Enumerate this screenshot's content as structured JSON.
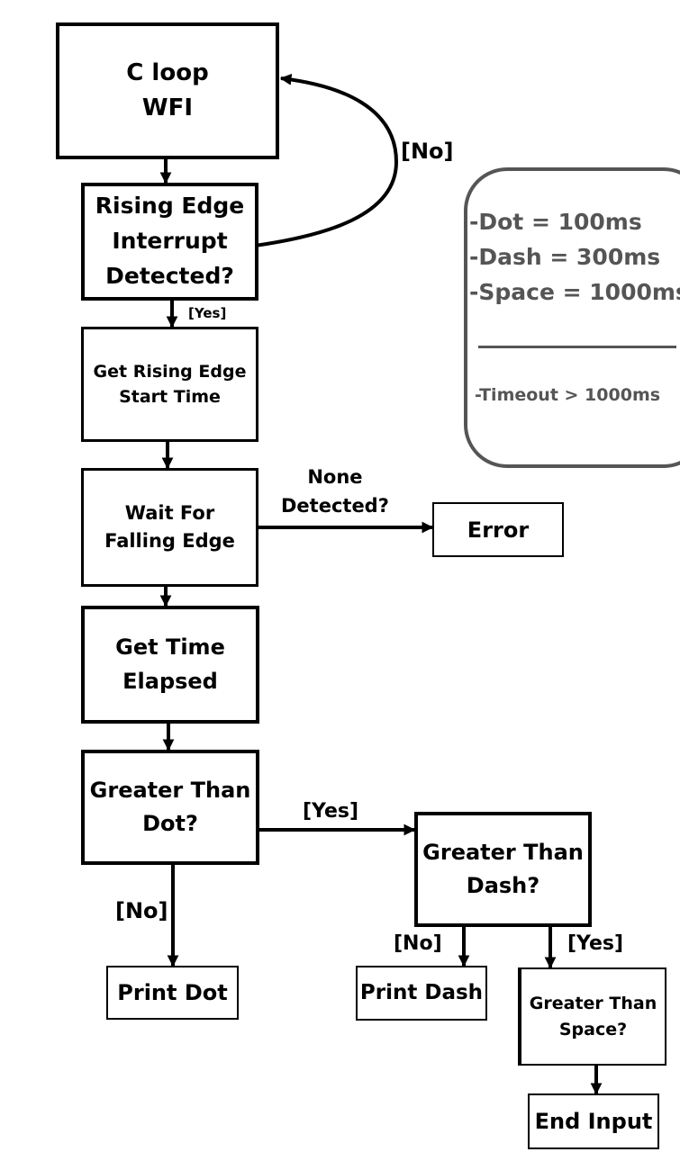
{
  "nodes": {
    "c_loop": "C loop\nWFI",
    "rising_edge": "Rising Edge\nInterrupt\nDetected?",
    "get_rising_start": "Get Rising Edge\nStart Time",
    "wait_falling": "Wait For\nFalling Edge",
    "error": "Error",
    "get_time_elapsed": "Get Time\nElapsed",
    "greater_than_dot": "Greater Than\nDot?",
    "greater_than_dash": "Greater Than\nDash?",
    "greater_than_space": "Greater Than\nSpace?",
    "print_dot": "Print Dot",
    "print_dash": "Print Dash",
    "end_input": "End Input"
  },
  "edge_labels": {
    "rising_no": "[No]",
    "rising_yes": "[Yes]",
    "none_detected": "None\nDetected?",
    "dot_yes": "[Yes]",
    "dot_no": "[No]",
    "dash_no": "[No]",
    "dash_yes": "[Yes]"
  },
  "legend": {
    "dot": "-Dot = 100ms",
    "dash": "-Dash = 300ms",
    "space": "-Space = 1000ms",
    "timeout": "-Timeout > 1000ms"
  }
}
